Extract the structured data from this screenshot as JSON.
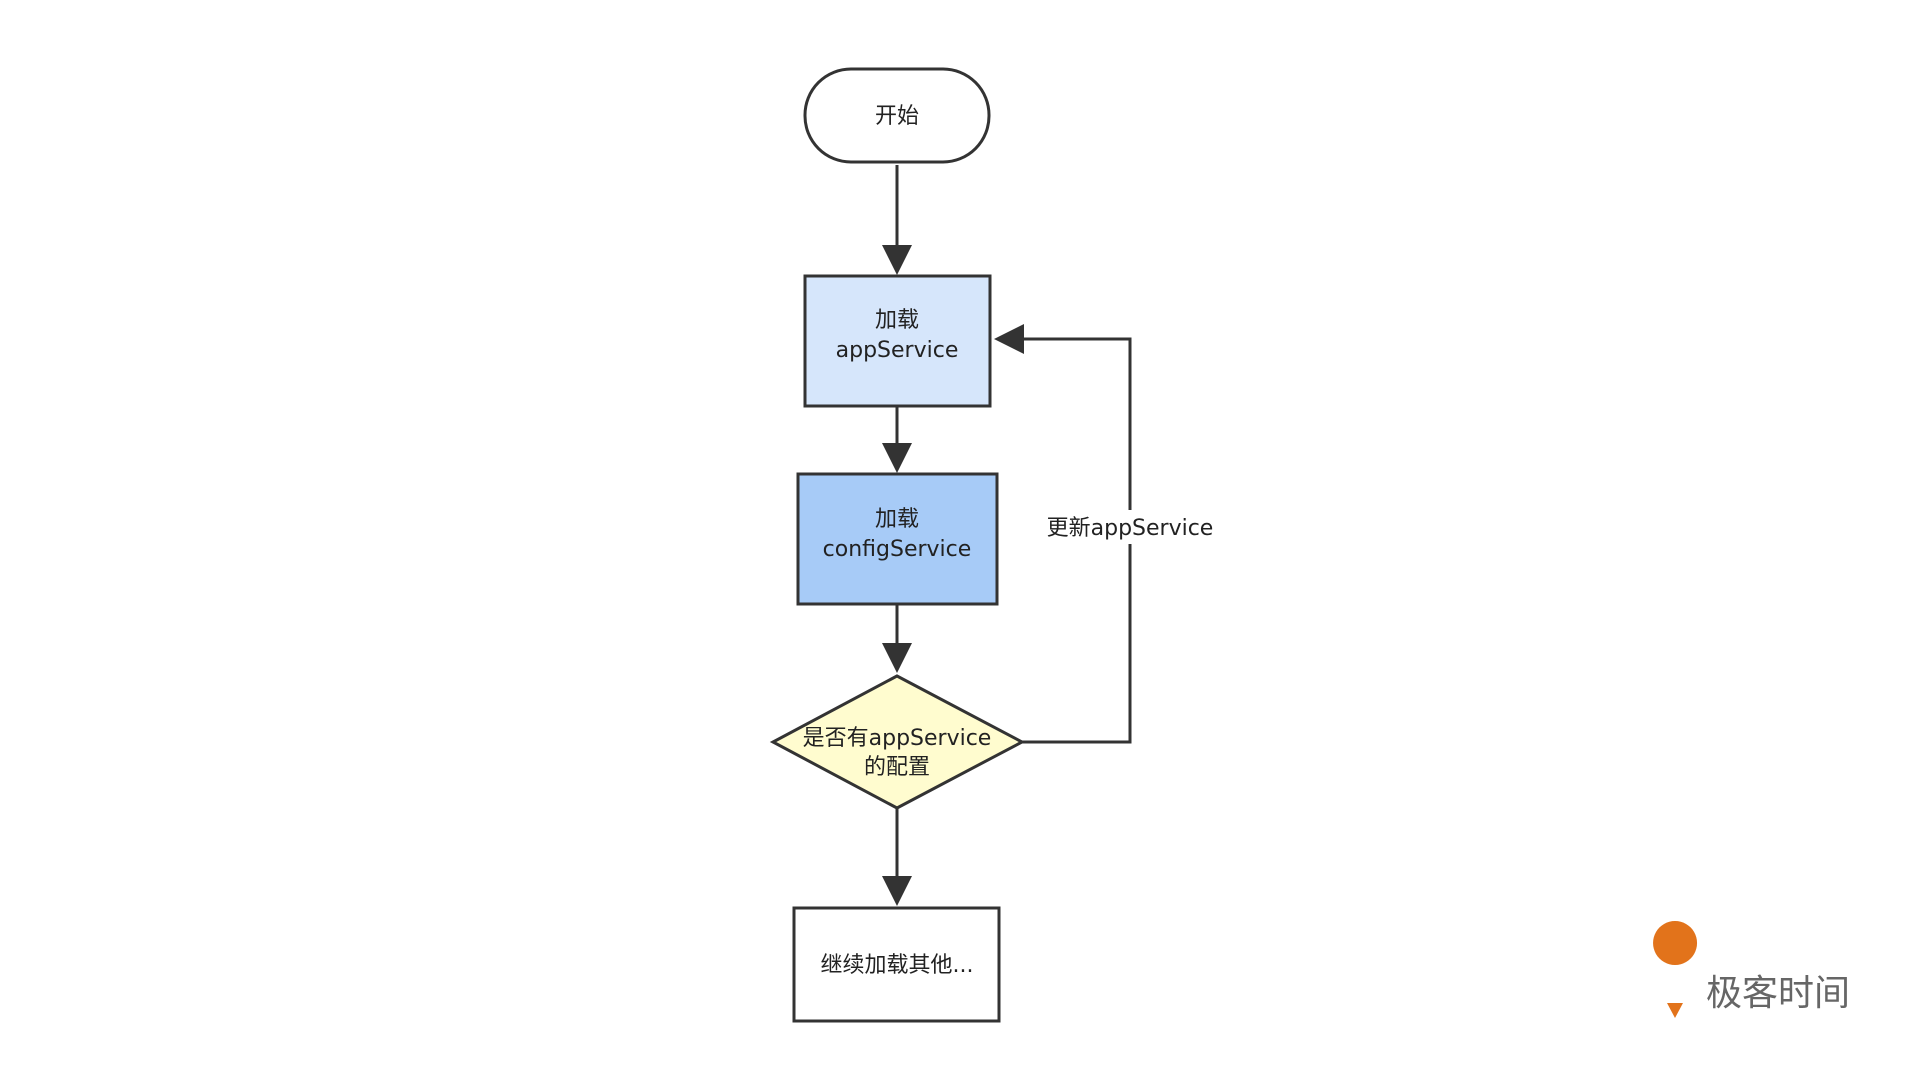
{
  "diagram": {
    "nodes": {
      "start": {
        "label": "开始"
      },
      "load_app": {
        "line1": "加载",
        "line2": "appService"
      },
      "load_config": {
        "line1": "加载",
        "line2": "configService"
      },
      "decision": {
        "line1": "是否有appService",
        "line2": "的配置"
      },
      "continue": {
        "label": "继续加载其他..."
      }
    },
    "edges": {
      "update_label": "更新appService"
    }
  },
  "colors": {
    "stroke": "#333333",
    "load_app_fill": "#d6e6fb",
    "load_config_fill": "#a7cbf7",
    "decision_fill": "#fffccf",
    "white_fill": "#ffffff",
    "logo_accent": "#e2731b"
  },
  "logo": {
    "text": "极客时间"
  }
}
